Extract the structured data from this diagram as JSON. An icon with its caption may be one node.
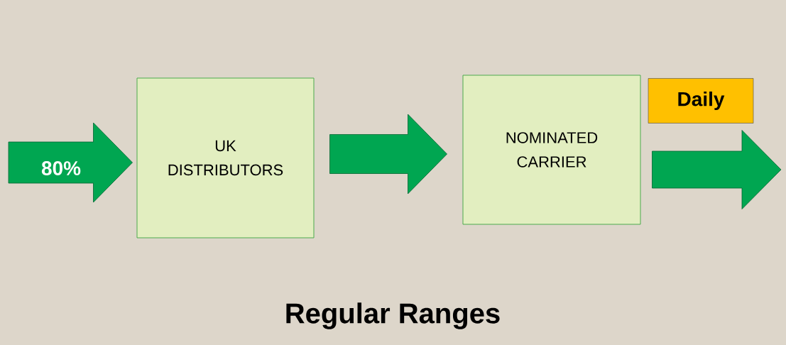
{
  "diagram": {
    "title": "Regular Ranges",
    "nodes": [
      {
        "text": [
          "UK DISTRIBUTORS"
        ]
      },
      {
        "text": [
          "NOMINATED CARRIER"
        ]
      }
    ],
    "edges": [
      {
        "from": null,
        "to": 0,
        "arrow": "to",
        "label": "80%"
      },
      {
        "from": 0,
        "to": 1,
        "arrow": "to"
      },
      {
        "from": 1,
        "to": null,
        "arrow": "to",
        "label": "Daily"
      }
    ]
  }
}
